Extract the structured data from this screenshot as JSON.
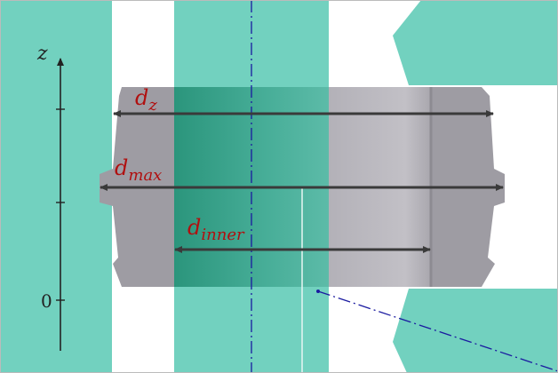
{
  "colors": {
    "teal": "#72d1bf",
    "teal_dark": "#2b957c",
    "ring_gray": "#9e9ca3",
    "ring_light": "#bdbbc2",
    "dimension_line": "#3a3a3a",
    "label_red": "#b01010",
    "centerline_blue": "#1a1aa0",
    "axis": "#222222"
  },
  "axis": {
    "label": "z",
    "origin_label": "0"
  },
  "dimensions": {
    "dz": {
      "base": "d",
      "sub": "z"
    },
    "dmax": {
      "base": "d",
      "sub": "max"
    },
    "dinner": {
      "base": "d",
      "sub": "inner"
    }
  }
}
